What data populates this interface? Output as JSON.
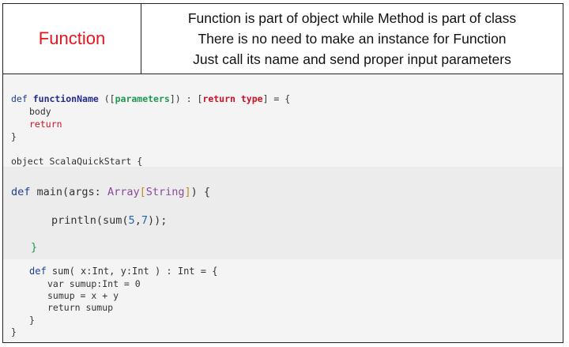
{
  "header": {
    "title": "Function",
    "notes": [
      "Function is part of object while Method is part of class",
      "There is no need to make an instance for Function",
      "Just call its name and send proper input parameters"
    ]
  },
  "code": {
    "sig": {
      "def": "def",
      "name": "functionName",
      "open": " ([",
      "params": "parameters",
      "mid": "]) : [",
      "ret": "return type",
      "end": "] = {"
    },
    "body": "body",
    "return_kw": "return",
    "close1": "}",
    "object_line": "object ScalaQuickStart {",
    "main": {
      "def": "def",
      "name": " main(args: ",
      "type": "Array",
      "lb": "[",
      "str": "String",
      "rb": "]",
      "rest": ") {"
    },
    "println": {
      "call": "println(sum(",
      "n1": "5",
      "comma": ",",
      "n2": "7",
      "end": "));"
    },
    "brace": "}",
    "sum_def": {
      "def": "def",
      "rest": " sum( x:Int, y:Int ) : Int = {"
    },
    "var_line": "var sumup:Int = 0",
    "sum_line": "sumup = x + y",
    "ret_line": "return sumup",
    "close_inner": "}",
    "close_outer": "}"
  }
}
